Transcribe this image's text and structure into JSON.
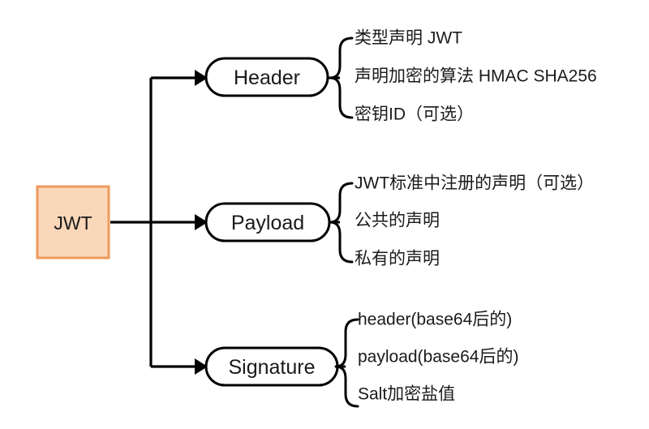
{
  "diagram": {
    "title": "JWT",
    "type": "mindmap-tree",
    "colors": {
      "root_fill": "#fad7b8",
      "root_stroke": "#ef9a5e",
      "node_fill": "#ffffff",
      "node_stroke": "#000000",
      "line": "#000000",
      "text": "#1a1a1a",
      "background": "#ffffff"
    },
    "root": {
      "label": "JWT"
    },
    "branches": [
      {
        "label": "Header",
        "items": [
          "类型声明 JWT",
          "声明加密的算法 HMAC SHA256",
          "密钥ID（可选）"
        ]
      },
      {
        "label": "Payload",
        "items": [
          "JWT标准中注册的声明（可选）",
          "公共的声明",
          "私有的声明"
        ]
      },
      {
        "label": "Signature",
        "items": [
          "header(base64后的)",
          "payload(base64后的)",
          "Salt加密盐值"
        ]
      }
    ]
  }
}
